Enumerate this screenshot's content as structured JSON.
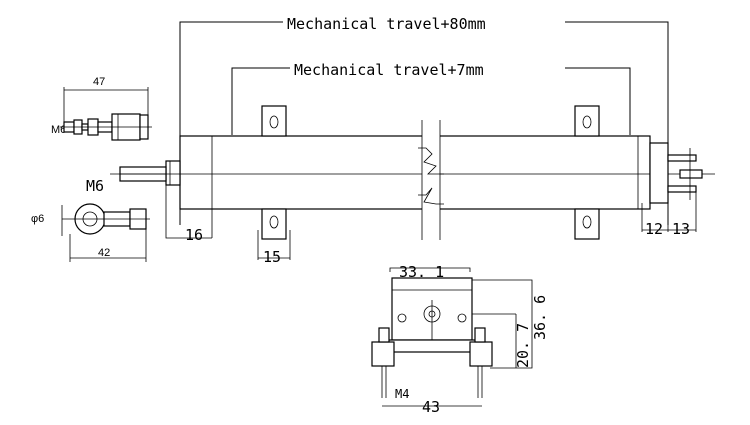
{
  "labels": {
    "travel_outer": "Mechanical travel+80mm",
    "travel_inner": "Mechanical travel+7mm",
    "dim_47": "47",
    "thread_m6_top": "M6",
    "thread_m6_shaft": "M6",
    "phi6": "φ6",
    "dim_42": "42",
    "dim_16": "16",
    "dim_15": "15",
    "dim_12": "12",
    "dim_13": "13",
    "dim_33_1": "33. 1",
    "dim_36_6": "36. 6",
    "dim_20_7": "20. 7",
    "thread_m4": "M4",
    "dim_43": "43"
  },
  "colors": {
    "line": "#000000",
    "background": "#ffffff"
  }
}
